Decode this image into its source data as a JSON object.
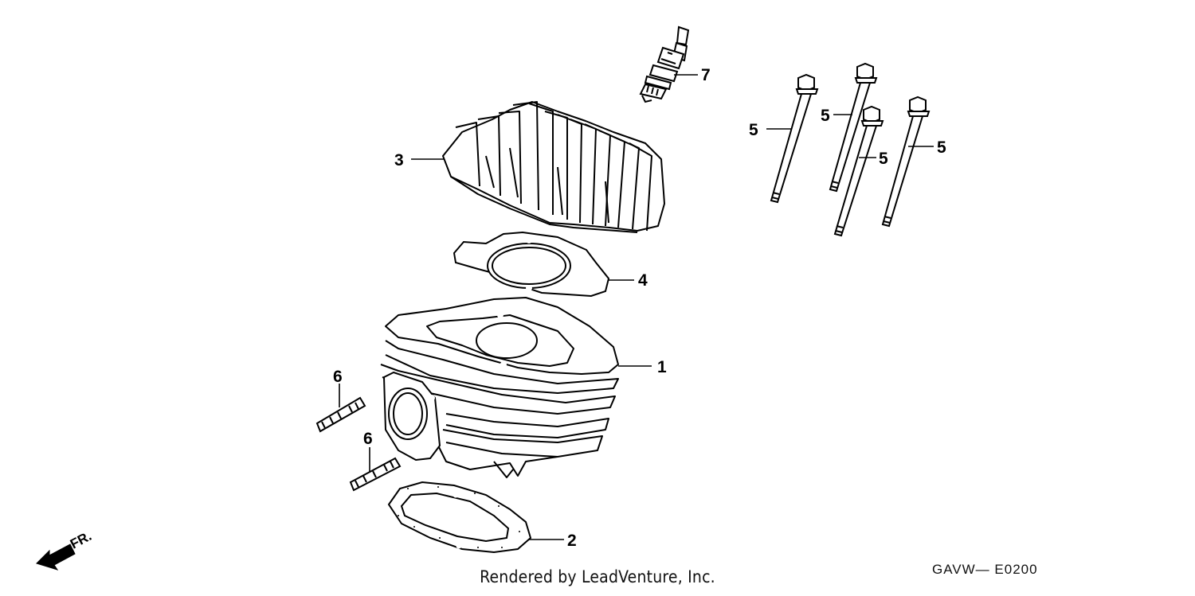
{
  "diagram": {
    "callouts": {
      "cylinder": "1",
      "base_gasket": "2",
      "cylinder_head": "3",
      "head_gasket": "4",
      "bolt_a": "5",
      "bolt_b": "5",
      "bolt_c": "5",
      "bolt_d": "5",
      "stud_upper": "6",
      "stud_lower": "6",
      "spark_plug": "7"
    },
    "direction_label": "FR.",
    "footer_credit": "Rendered by LeadVenture, Inc.",
    "diagram_code": "GAVW— E0200"
  }
}
